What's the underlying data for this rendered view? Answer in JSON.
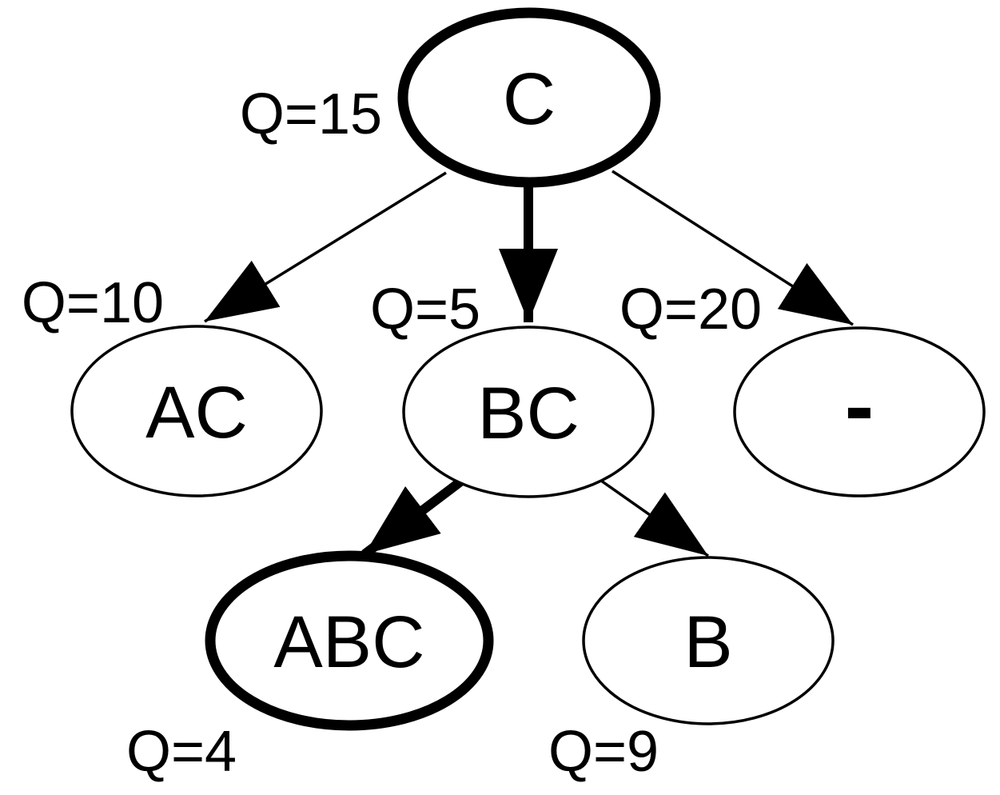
{
  "diagram": {
    "type": "tree",
    "description": "Search/query tree with Q cost values; emphasized (bold) path C -> BC -> ABC",
    "colors": {
      "background": "#ffffff",
      "stroke": "#000000",
      "text": "#000000"
    },
    "nodes": [
      {
        "id": "C",
        "label": "C",
        "q": "Q=15",
        "emphasized": true,
        "level": 0,
        "parent": null
      },
      {
        "id": "AC",
        "label": "AC",
        "q": "Q=10",
        "emphasized": false,
        "level": 1,
        "parent": "C"
      },
      {
        "id": "BC",
        "label": "BC",
        "q": "Q=5",
        "emphasized": false,
        "level": 1,
        "parent": "C"
      },
      {
        "id": "minus",
        "label": "-",
        "q": "Q=20",
        "emphasized": false,
        "level": 1,
        "parent": "C"
      },
      {
        "id": "ABC",
        "label": "ABC",
        "q": "Q=4",
        "emphasized": true,
        "level": 2,
        "parent": "BC"
      },
      {
        "id": "B",
        "label": "B",
        "q": "Q=9",
        "emphasized": false,
        "level": 2,
        "parent": "BC"
      }
    ],
    "edges": [
      {
        "from": "C",
        "to": "AC",
        "weight": "thin"
      },
      {
        "from": "C",
        "to": "BC",
        "weight": "thick"
      },
      {
        "from": "C",
        "to": "minus",
        "weight": "thin"
      },
      {
        "from": "BC",
        "to": "ABC",
        "weight": "thick"
      },
      {
        "from": "BC",
        "to": "B",
        "weight": "thin"
      }
    ]
  }
}
